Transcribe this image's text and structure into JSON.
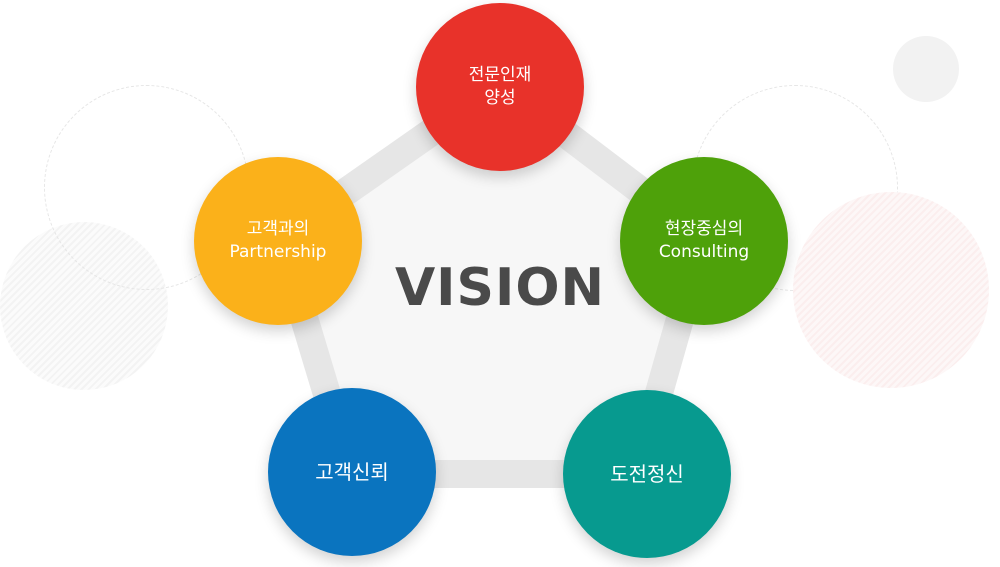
{
  "diagram": {
    "center_title": "VISION",
    "colors": {
      "top": "#e8322a",
      "right": "#4ea10a",
      "bottom_right": "#079a8f",
      "bottom_left": "#0a74bf",
      "left": "#fbb11a",
      "pentagon_fill": "#f7f7f7",
      "pentagon_border": "#e6e6e6",
      "title": "#4a4a4a"
    },
    "nodes": {
      "top": {
        "line1": "전문인재",
        "line2": "양성"
      },
      "right": {
        "line1": "현장중심의",
        "line2": "Consulting"
      },
      "bottom_right": {
        "line1": "도전정신"
      },
      "bottom_left": {
        "line1": "고객신뢰"
      },
      "left": {
        "line1": "고객과의",
        "line2": "Partnership"
      }
    }
  }
}
